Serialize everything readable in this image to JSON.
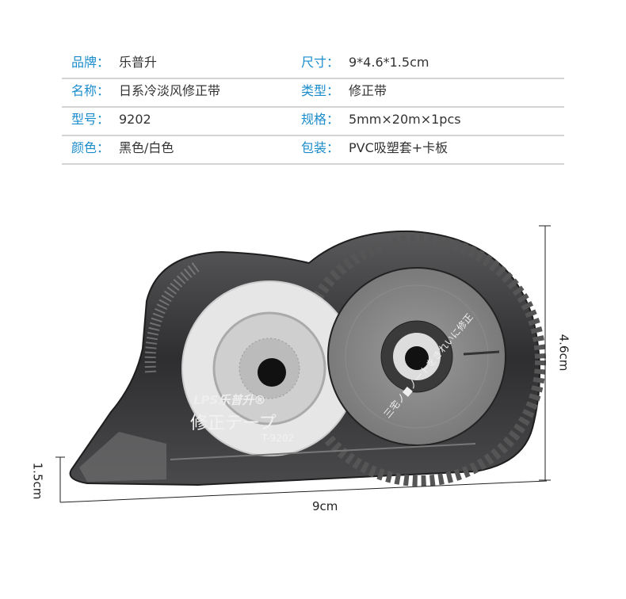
{
  "specs": [
    {
      "left_label": "品牌：",
      "left_value": "乐普升",
      "right_label": "尺寸：",
      "right_value": "9*4.6*1.5cm"
    },
    {
      "left_label": "名称：",
      "left_value": "日系冷淡风修正带",
      "right_label": "类型：",
      "right_value": "修正带"
    },
    {
      "left_label": "型号：",
      "left_value": "9202",
      "right_label": "规格：",
      "right_value": "5mm×20m×1pcs"
    },
    {
      "left_label": "颜色：",
      "left_value": "黑色/白色",
      "right_label": "包装：",
      "right_value": "PVC吸塑套+卡板"
    }
  ],
  "product": {
    "logo": "LPS乐普升®",
    "name": "修正テープ",
    "model": "T-9202",
    "tape_text": "三宅ノ■ノートをきれいに修正"
  },
  "dimensions": {
    "height": "4.6cm",
    "length": "9cm",
    "thickness": "1.5cm"
  },
  "colors": {
    "label": "#1a8ccc",
    "value": "#333333",
    "body": "#3a3a3c"
  }
}
